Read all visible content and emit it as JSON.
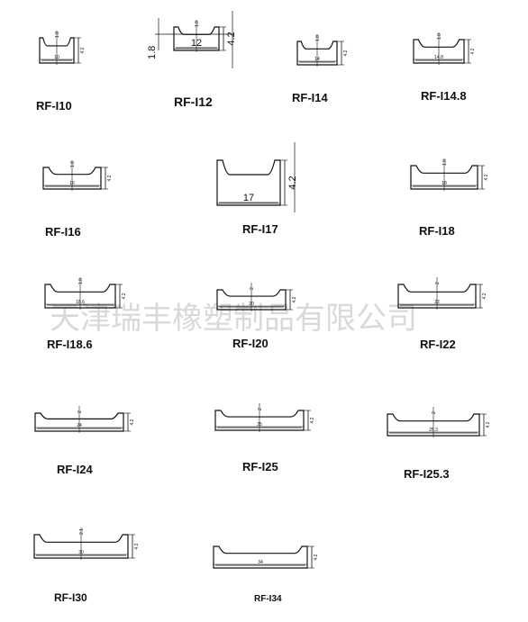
{
  "watermark": {
    "text": "天津瑞丰橡塑制品有限公司"
  },
  "profiles": [
    {
      "name": "RF-I10",
      "width_label": "10",
      "mid_label": "1.8",
      "height_label": "4.2"
    },
    {
      "name": "RF-I12",
      "width_label": "12",
      "mid_label": "1.8",
      "height_label": "4.2"
    },
    {
      "name": "RF-I14",
      "width_label": "14",
      "mid_label": "1.8",
      "height_label": "4.2"
    },
    {
      "name": "RF-I14.8",
      "width_label": "14.8",
      "mid_label": "1.8",
      "height_label": "4.2"
    },
    {
      "name": "RF-I16",
      "width_label": "16",
      "mid_label": "1.8",
      "height_label": "4.2"
    },
    {
      "name": "RF-I17",
      "width_label": "17",
      "mid_label": "",
      "height_label": "4.2"
    },
    {
      "name": "RF-I18",
      "width_label": "18",
      "mid_label": "1.8",
      "height_label": "4.2"
    },
    {
      "name": "RF-I18.6",
      "width_label": "18.6",
      "mid_label": "1.8",
      "height_label": "4.2"
    },
    {
      "name": "RF-I20",
      "width_label": "20",
      "mid_label": "2",
      "height_label": "4.2"
    },
    {
      "name": "RF-I22",
      "width_label": "22",
      "mid_label": "2",
      "height_label": "4.2"
    },
    {
      "name": "RF-I24",
      "width_label": "24",
      "mid_label": "2",
      "height_label": "4.2"
    },
    {
      "name": "RF-I25",
      "width_label": "25",
      "mid_label": "2",
      "height_label": "4.2"
    },
    {
      "name": "RF-I25.3",
      "width_label": "25.3",
      "mid_label": "2",
      "height_label": "4.2"
    },
    {
      "name": "RF-I30",
      "width_label": "30",
      "mid_label": "2.1",
      "height_label": "4.2"
    },
    {
      "name": "RF-I34",
      "width_label": "34",
      "mid_label": "",
      "height_label": "4.2"
    }
  ]
}
